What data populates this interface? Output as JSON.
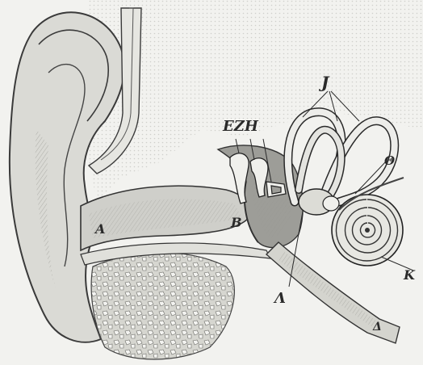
{
  "labels": {
    "A": "A",
    "B": "B",
    "EZH": "EZH",
    "J": "J",
    "theta": "Θ",
    "K": "K",
    "lambda": "Λ",
    "delta": "Δ"
  },
  "colors": {
    "background": "#f2f2ef",
    "ink": "#2f2f2f",
    "shade": "#cfcfca"
  }
}
